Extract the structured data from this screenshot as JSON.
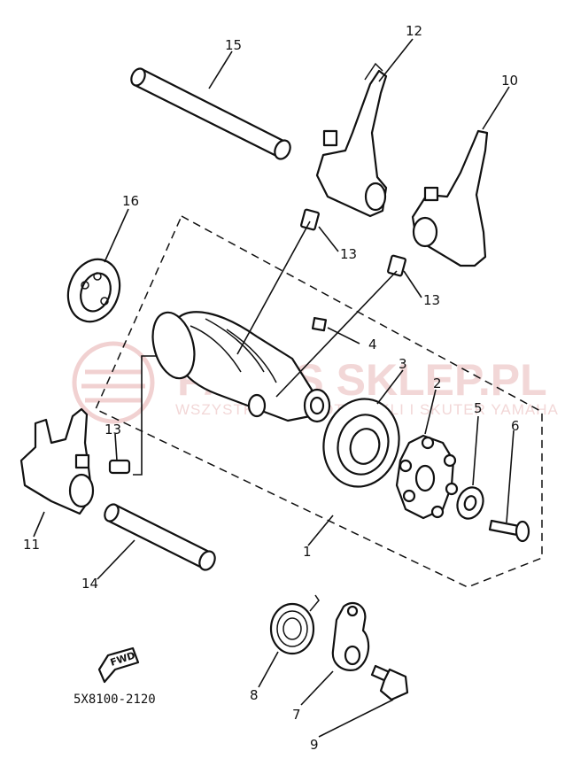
{
  "diagram": {
    "part_code": "5X8100-2120",
    "direction_marker": "FWD",
    "watermark": {
      "brand": "PARTS SKLEP.PL",
      "tagline": "WSZYSTKO DLA MOTOCYKLI I SKUTER YAMAHA"
    },
    "callouts": [
      "1",
      "2",
      "3",
      "4",
      "5",
      "6",
      "7",
      "8",
      "9",
      "10",
      "11",
      "12",
      "13",
      "13",
      "13",
      "14",
      "15",
      "16"
    ]
  }
}
